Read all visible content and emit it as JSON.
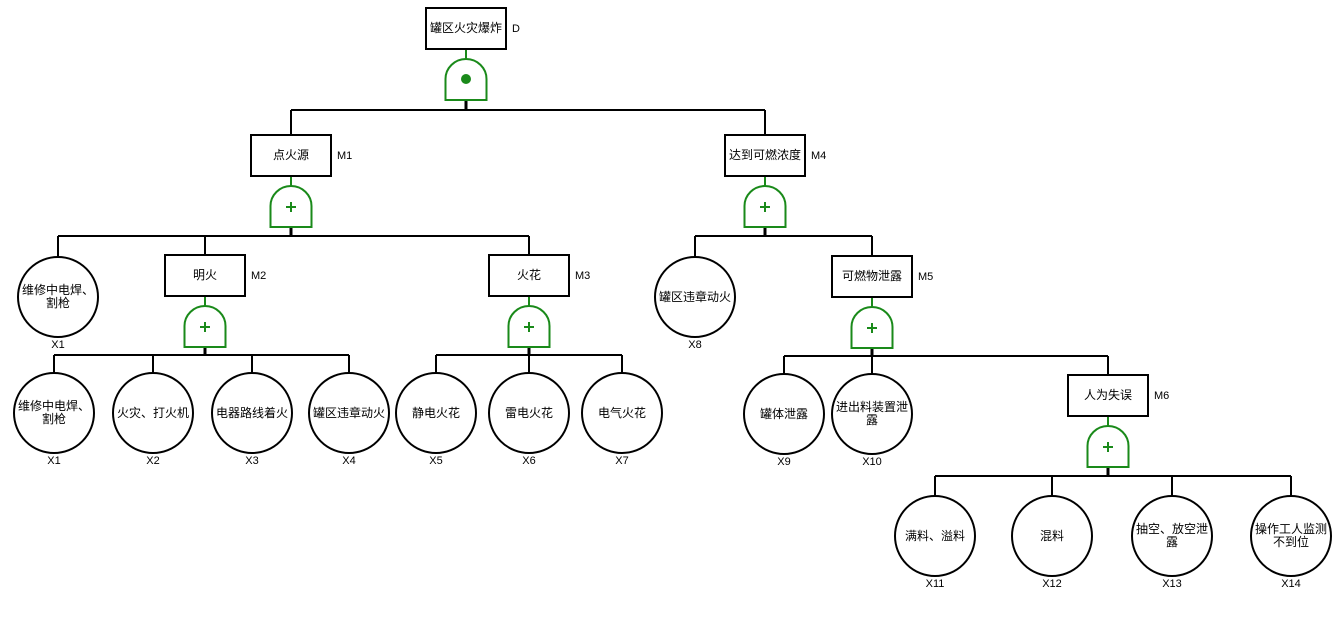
{
  "colors": {
    "line": "#000000",
    "gate": "#1a8a1a",
    "background": "#ffffff"
  },
  "tree": {
    "top": {
      "id": "D",
      "label": "罐区火灾爆炸",
      "gate": "AND"
    },
    "intermediate": [
      {
        "id": "M1",
        "label": "点火源",
        "gate": "OR",
        "parent": "D"
      },
      {
        "id": "M4",
        "label": "达到可燃浓度",
        "gate": "OR",
        "parent": "D"
      },
      {
        "id": "M2",
        "label": "明火",
        "gate": "OR",
        "parent": "M1"
      },
      {
        "id": "M3",
        "label": "火花",
        "gate": "OR",
        "parent": "M1"
      },
      {
        "id": "M5",
        "label": "可燃物泄露",
        "gate": "OR",
        "parent": "M4"
      },
      {
        "id": "M6",
        "label": "人为失误",
        "gate": "OR",
        "parent": "M5"
      }
    ],
    "basic_events": [
      {
        "id": "X1",
        "label": "维修中电焊、割枪",
        "parent": "M1"
      },
      {
        "id": "X1",
        "label": "维修中电焊、割枪",
        "parent": "M2"
      },
      {
        "id": "X2",
        "label": "火灾、打火机",
        "parent": "M2"
      },
      {
        "id": "X3",
        "label": "电器路线着火",
        "parent": "M2"
      },
      {
        "id": "X4",
        "label": "罐区违章动火",
        "parent": "M2"
      },
      {
        "id": "X5",
        "label": "静电火花",
        "parent": "M3"
      },
      {
        "id": "X6",
        "label": "雷电火花",
        "parent": "M3"
      },
      {
        "id": "X7",
        "label": "电气火花",
        "parent": "M3"
      },
      {
        "id": "X8",
        "label": "罐区违章动火",
        "parent": "M4"
      },
      {
        "id": "X9",
        "label": "罐体泄露",
        "parent": "M5"
      },
      {
        "id": "X10",
        "label": "进出料装置泄露",
        "parent": "M5"
      },
      {
        "id": "X11",
        "label": "满料、溢料",
        "parent": "M6"
      },
      {
        "id": "X12",
        "label": "混料",
        "parent": "M6"
      },
      {
        "id": "X13",
        "label": "抽空、放空泄露",
        "parent": "M6"
      },
      {
        "id": "X14",
        "label": "操作工人监测不到位",
        "parent": "M6"
      }
    ]
  }
}
